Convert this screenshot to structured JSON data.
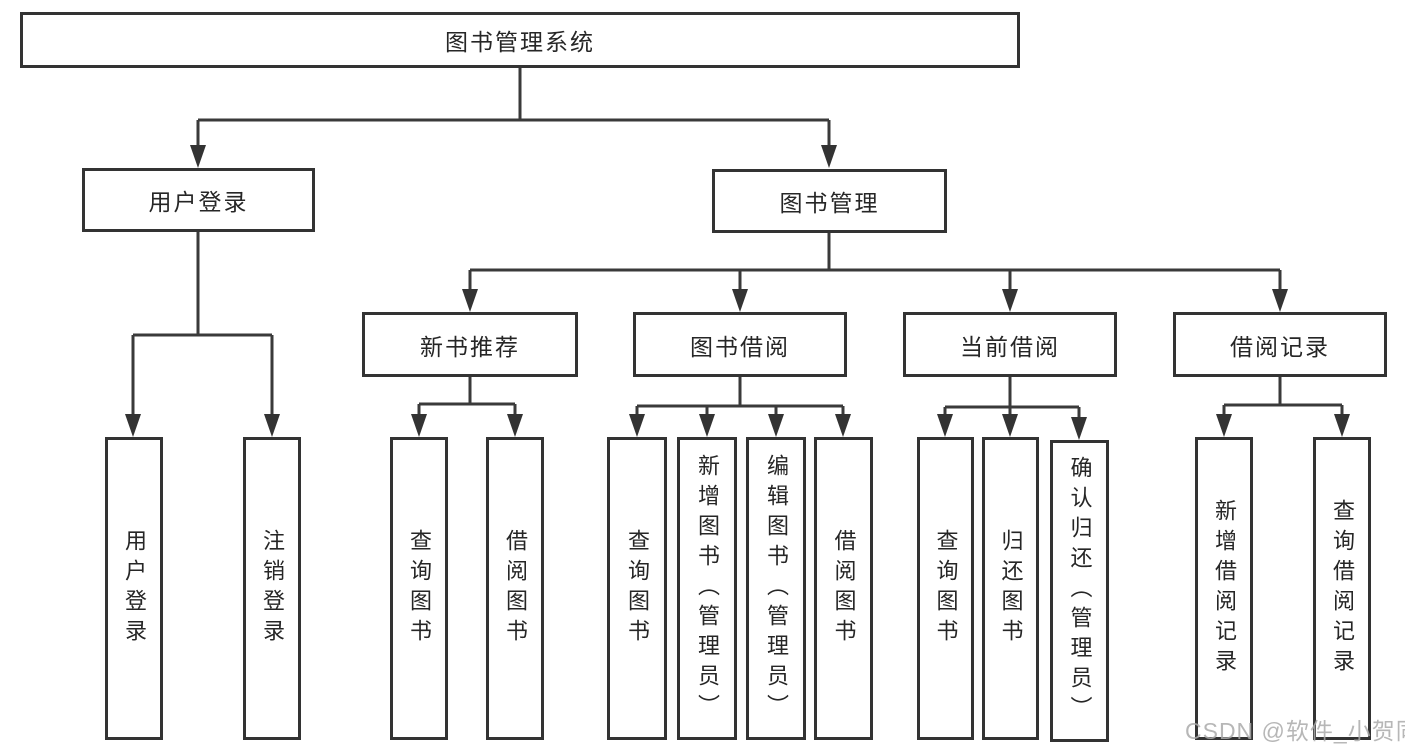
{
  "tree": {
    "root": {
      "label": "图书管理系统"
    },
    "branches": [
      {
        "label": "用户登录",
        "children": [
          {
            "label": "用户登录"
          },
          {
            "label": "注销登录"
          }
        ]
      },
      {
        "label": "图书管理",
        "children": [
          {
            "label": "新书推荐",
            "children": [
              {
                "label": "查询图书"
              },
              {
                "label": "借阅图书"
              }
            ]
          },
          {
            "label": "图书借阅",
            "children": [
              {
                "label": "查询图书"
              },
              {
                "label": "新增图书（管理员）"
              },
              {
                "label": "编辑图书（管理员）"
              },
              {
                "label": "借阅图书"
              }
            ]
          },
          {
            "label": "当前借阅",
            "children": [
              {
                "label": "查询图书"
              },
              {
                "label": "归还图书"
              },
              {
                "label": "确认归还（管理员）"
              }
            ]
          },
          {
            "label": "借阅记录",
            "children": [
              {
                "label": "新增借阅记录"
              },
              {
                "label": "查询借阅记录"
              }
            ]
          }
        ]
      }
    ]
  },
  "watermark": {
    "text": "CSDN @软件_小贺同学"
  },
  "colors": {
    "line": "#3a3a3a",
    "box_border": "#333333",
    "text": "#262626",
    "background": "#ffffff",
    "watermark": "#aaaaaa"
  }
}
